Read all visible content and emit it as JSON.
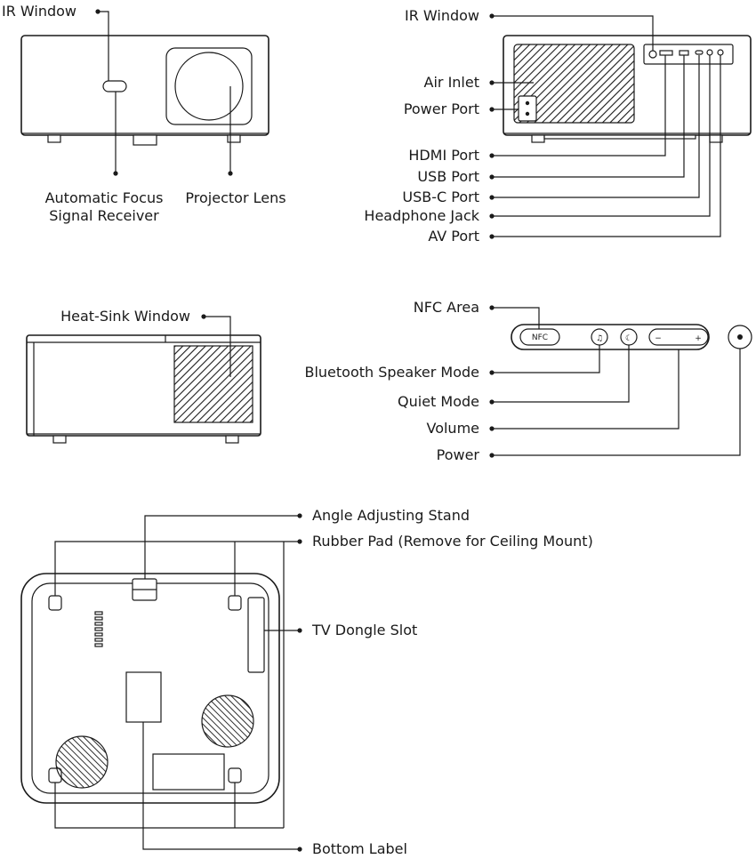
{
  "front_view": {
    "labels": {
      "ir_window": "IR Window",
      "auto_focus_line1": "Automatic Focus",
      "auto_focus_line2": "Signal Receiver",
      "projector_lens": "Projector Lens"
    }
  },
  "rear_view": {
    "labels": {
      "ir_window": "IR Window",
      "air_inlet": "Air Inlet",
      "power_port": "Power Port",
      "hdmi_port": "HDMI Port",
      "usb_port": "USB Port",
      "usbc_port": "USB-C Port",
      "headphone_jack": "Headphone Jack",
      "av_port": "AV Port"
    }
  },
  "side_view": {
    "labels": {
      "heat_sink_window": "Heat-Sink Window"
    }
  },
  "top_panel": {
    "labels": {
      "nfc_area": "NFC Area",
      "bluetooth_speaker_mode": "Bluetooth Speaker Mode",
      "quiet_mode": "Quiet Mode",
      "volume": "Volume",
      "power": "Power"
    },
    "button_text": {
      "nfc": "NFC",
      "minus": "−",
      "plus": "+"
    }
  },
  "bottom_view": {
    "labels": {
      "angle_adjusting_stand": "Angle Adjusting Stand",
      "rubber_pad": "Rubber Pad (Remove for Ceiling Mount)",
      "tv_dongle_slot": "TV Dongle Slot",
      "bottom_label": "Bottom Label"
    }
  },
  "colors": {
    "line": "#1a1a1a",
    "background": "#ffffff"
  }
}
